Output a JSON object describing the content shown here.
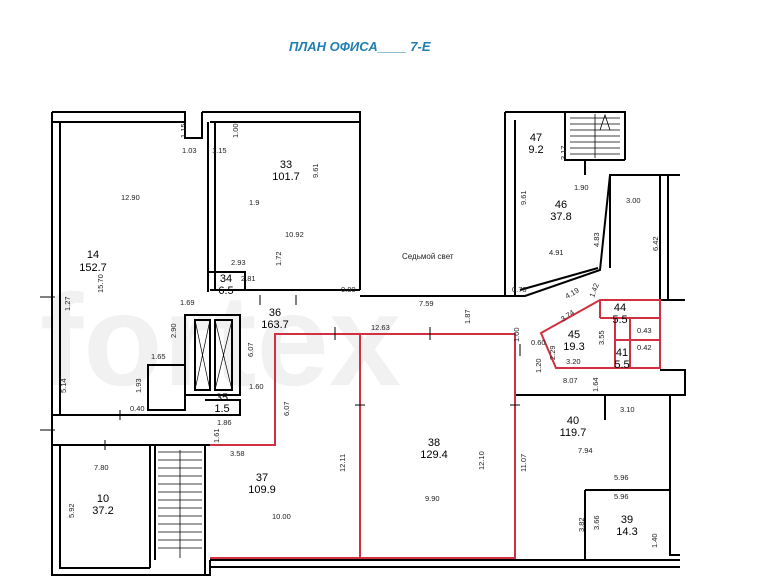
{
  "title": "ПЛАН ОФИСА____ 7-Е",
  "watermark": "fortex",
  "light_well_label": "Седьмой свет",
  "highlight_color": "#d03040",
  "rooms": [
    {
      "number": "14",
      "area": "152.7"
    },
    {
      "number": "33",
      "area": "101.7"
    },
    {
      "number": "34",
      "area": "6.5"
    },
    {
      "number": "36",
      "area": "163.7"
    },
    {
      "number": "35",
      "area": "1.5"
    },
    {
      "number": "10",
      "area": "37.2"
    },
    {
      "number": "37",
      "area": "109.9"
    },
    {
      "number": "38",
      "area": "129.4"
    },
    {
      "number": "40",
      "area": "119.7"
    },
    {
      "number": "39",
      "area": "14.3"
    },
    {
      "number": "47",
      "area": "9.2"
    },
    {
      "number": "46",
      "area": "37.8"
    },
    {
      "number": "44",
      "area": "5.5"
    },
    {
      "number": "45",
      "area": "19.3"
    },
    {
      "number": "41",
      "area": "5.5"
    }
  ],
  "dimensions": [
    "1.15",
    "1.00",
    "1.03",
    "1.15",
    "12.90",
    "9.61",
    "1.9",
    "10.92",
    "15.70",
    "1.27",
    "2.93",
    "2.81",
    "1.72",
    "0.80",
    "7.59",
    "1.87",
    "1.69",
    "2.90",
    "6.07",
    "1.65",
    "1.93",
    "5.14",
    "0.40",
    "1.60",
    "6.07",
    "1.86",
    "1.61",
    "3.58",
    "12.11",
    "7.80",
    "5.92",
    "10.00",
    "12.63",
    "12.10",
    "9.90",
    "11.07",
    "1.00",
    "0.60",
    "1.20",
    "2.29",
    "3.74",
    "3.55",
    "3.20",
    "8.07",
    "1.64",
    "3.10",
    "7.94",
    "5.96",
    "5.96",
    "3.82",
    "3.66",
    "1.40",
    "3.17",
    "1.90",
    "9.61",
    "3.00",
    "4.83",
    "4.91",
    "6.42",
    "0.70",
    "4.19",
    "1.42",
    "0.43",
    "0.42"
  ]
}
